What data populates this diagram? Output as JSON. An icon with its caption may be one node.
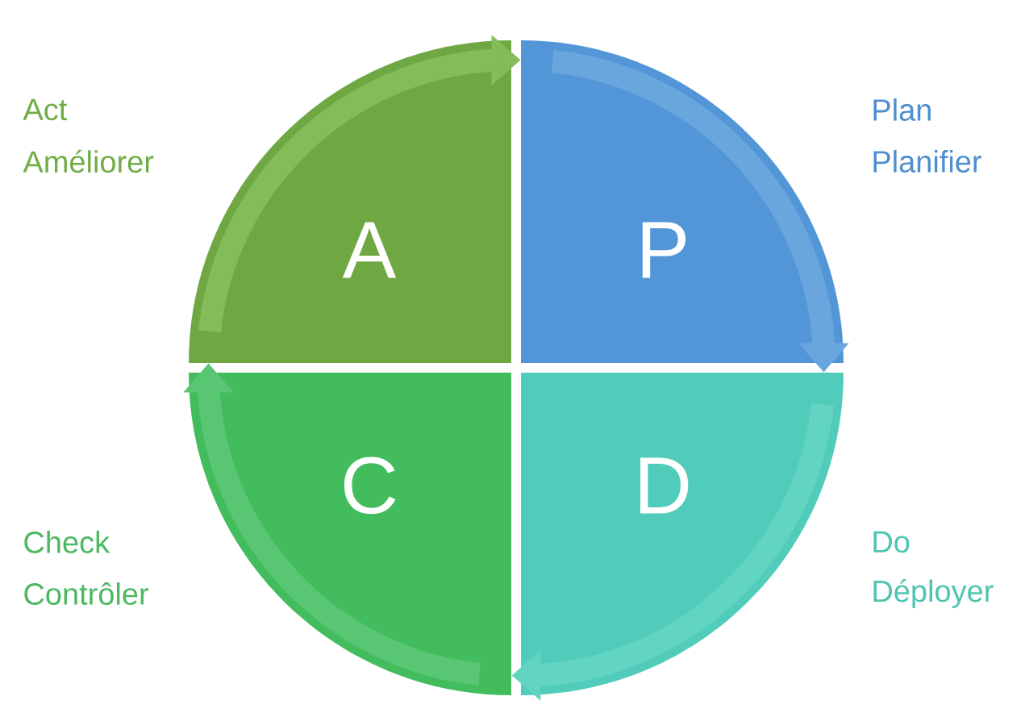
{
  "diagram": {
    "nodes": [
      {
        "text": [
          "A"
        ],
        "beside": [
          "Act",
          "Améliorer"
        ]
      },
      {
        "text": [
          "P"
        ],
        "beside": [
          "Plan",
          "Planifier"
        ]
      },
      {
        "text": [
          "C"
        ],
        "beside": [
          "Check",
          "Contrôler"
        ]
      },
      {
        "text": [
          "D"
        ],
        "beside": [
          "Do",
          "Déployer"
        ]
      }
    ],
    "edges": [
      {
        "from": 0,
        "to": 1,
        "arrow": "to",
        "color": "#84bc5a"
      },
      {
        "from": 1,
        "to": 3,
        "arrow": "to",
        "color": "#6aa6de"
      },
      {
        "from": 3,
        "to": 2,
        "arrow": "to",
        "color": "#62d4c2"
      },
      {
        "from": 2,
        "to": 0,
        "arrow": "to",
        "color": "#58c672"
      }
    ]
  }
}
